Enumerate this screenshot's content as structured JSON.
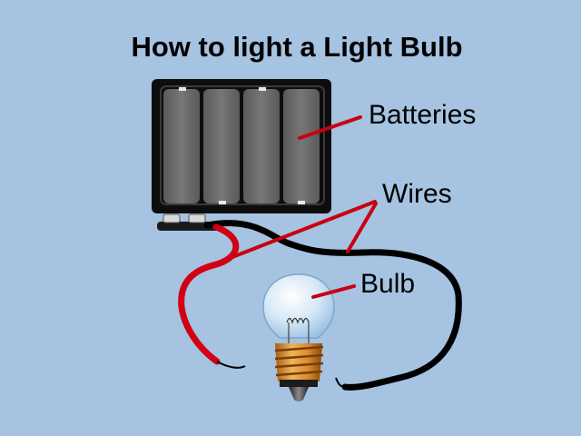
{
  "title": "How to light a Light Bulb",
  "labels": {
    "batteries": "Batteries",
    "wires": "Wires",
    "bulb": "Bulb"
  },
  "colors": {
    "background": "#a6c3e1",
    "battery_holder": "#0d0d0d",
    "battery_cell": "#6e6e6e",
    "red_wire": "#d10012",
    "black_wire": "#000000",
    "pointer": "#c80010",
    "bulb_base": "#d98a2b"
  },
  "components": [
    "battery-holder",
    "battery-cell",
    "red-wire",
    "black-wire",
    "light-bulb"
  ],
  "battery_cell_count": 4
}
